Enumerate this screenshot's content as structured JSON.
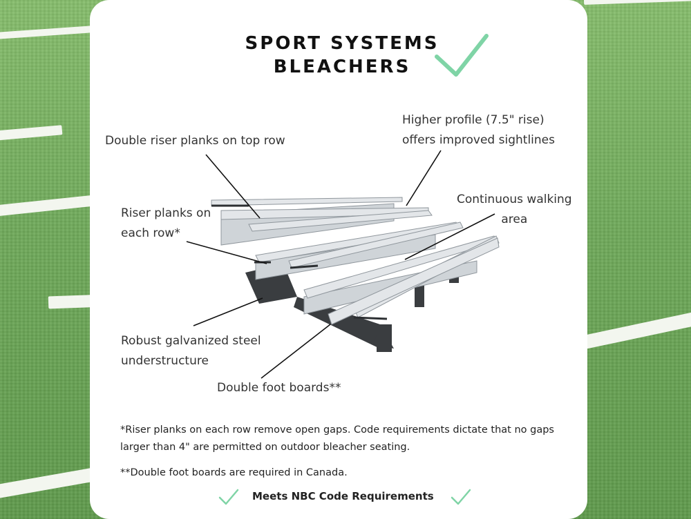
{
  "title": {
    "line1": "SPORT SYSTEMS",
    "line2": "BLEACHERS"
  },
  "callouts": {
    "double_riser": "Double riser planks on top row",
    "higher_profile": "Higher profile (7.5\" rise)\noffers improved sightlines",
    "riser_planks": "Riser planks on\neach row*",
    "walking_area": "Continuous walking\narea",
    "understructure": "Robust galvanized steel\nunderstructure",
    "foot_boards": "Double foot boards**"
  },
  "footnotes": {
    "riser_note": "*Riser planks on each row remove open gaps. Code requirements dictate that no gaps larger than 4\" are permitted on outdoor bleacher seating.",
    "foot_note": "**Double foot boards are required in Canada."
  },
  "badge": {
    "label": "Meets NBC Code Requirements"
  },
  "colors": {
    "check": "#7fd4a6",
    "turf": "#6fa95a",
    "aluminum": "#c9ced3"
  }
}
